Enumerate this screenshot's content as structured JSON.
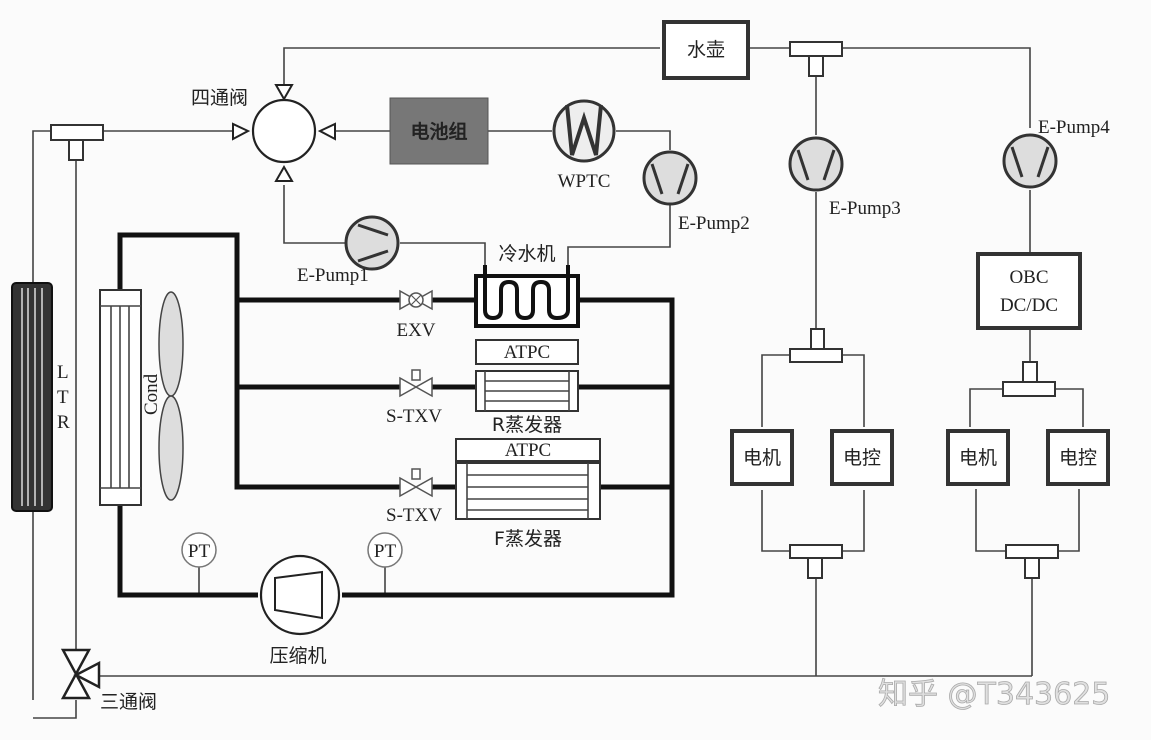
{
  "diagram": {
    "title": "电动汽车热管理系统原理图",
    "components": {
      "four_way_valve": "四通阀",
      "battery_pack": "电池组",
      "wptc": "WPTC",
      "water_kettle": "水壶",
      "pump1": "E-Pump1",
      "pump2": "E-Pump2",
      "pump3": "E-Pump3",
      "pump4": "E-Pump4",
      "chiller": "冷水机",
      "exv": "EXV",
      "stxv_r": "S-TXV",
      "stxv_f": "S-TXV",
      "atpc_r": "ATPC",
      "atpc_f": "ATPC",
      "r_evaporator": "R蒸发器",
      "f_evaporator": "F蒸发器",
      "condenser": "Cond",
      "ltr_l": "L",
      "ltr_t": "T",
      "ltr_r": "R",
      "pt_left": "PT",
      "pt_right": "PT",
      "compressor": "压缩机",
      "three_way_valve": "三通阀",
      "obc_line1": "OBC",
      "obc_line2": "DC/DC",
      "motor_1": "电机",
      "controller_1": "电控",
      "motor_2": "电机",
      "controller_2": "电控"
    },
    "watermark": "知乎 @T343625"
  }
}
